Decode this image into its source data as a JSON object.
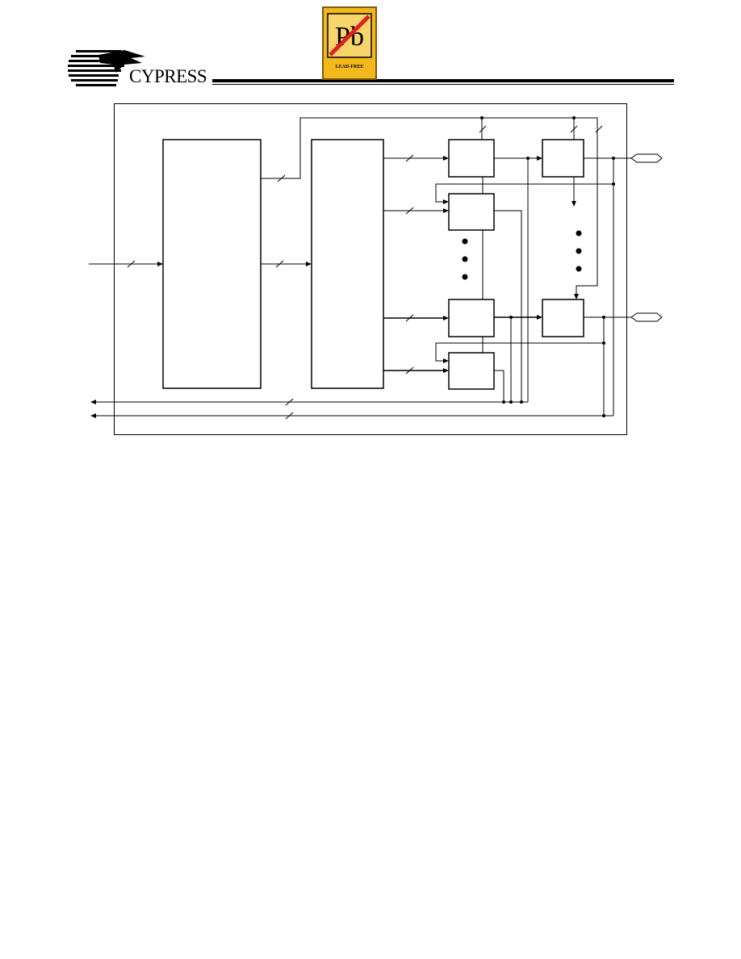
{
  "header": {
    "brand_name": "CYPRESS",
    "badge": {
      "glyph": "Pb",
      "caption": "LEAD-FREE",
      "colors": {
        "fill": "#f2b81c",
        "border": "#7a5a10",
        "inner": "#f7d56a",
        "slash": "#e0201e"
      }
    }
  },
  "icons": [
    "cypress-logo-icon",
    "lead-free-badge-icon"
  ],
  "diagram": {
    "colors": {
      "line": "#000000",
      "background": "#ffffff"
    }
  }
}
